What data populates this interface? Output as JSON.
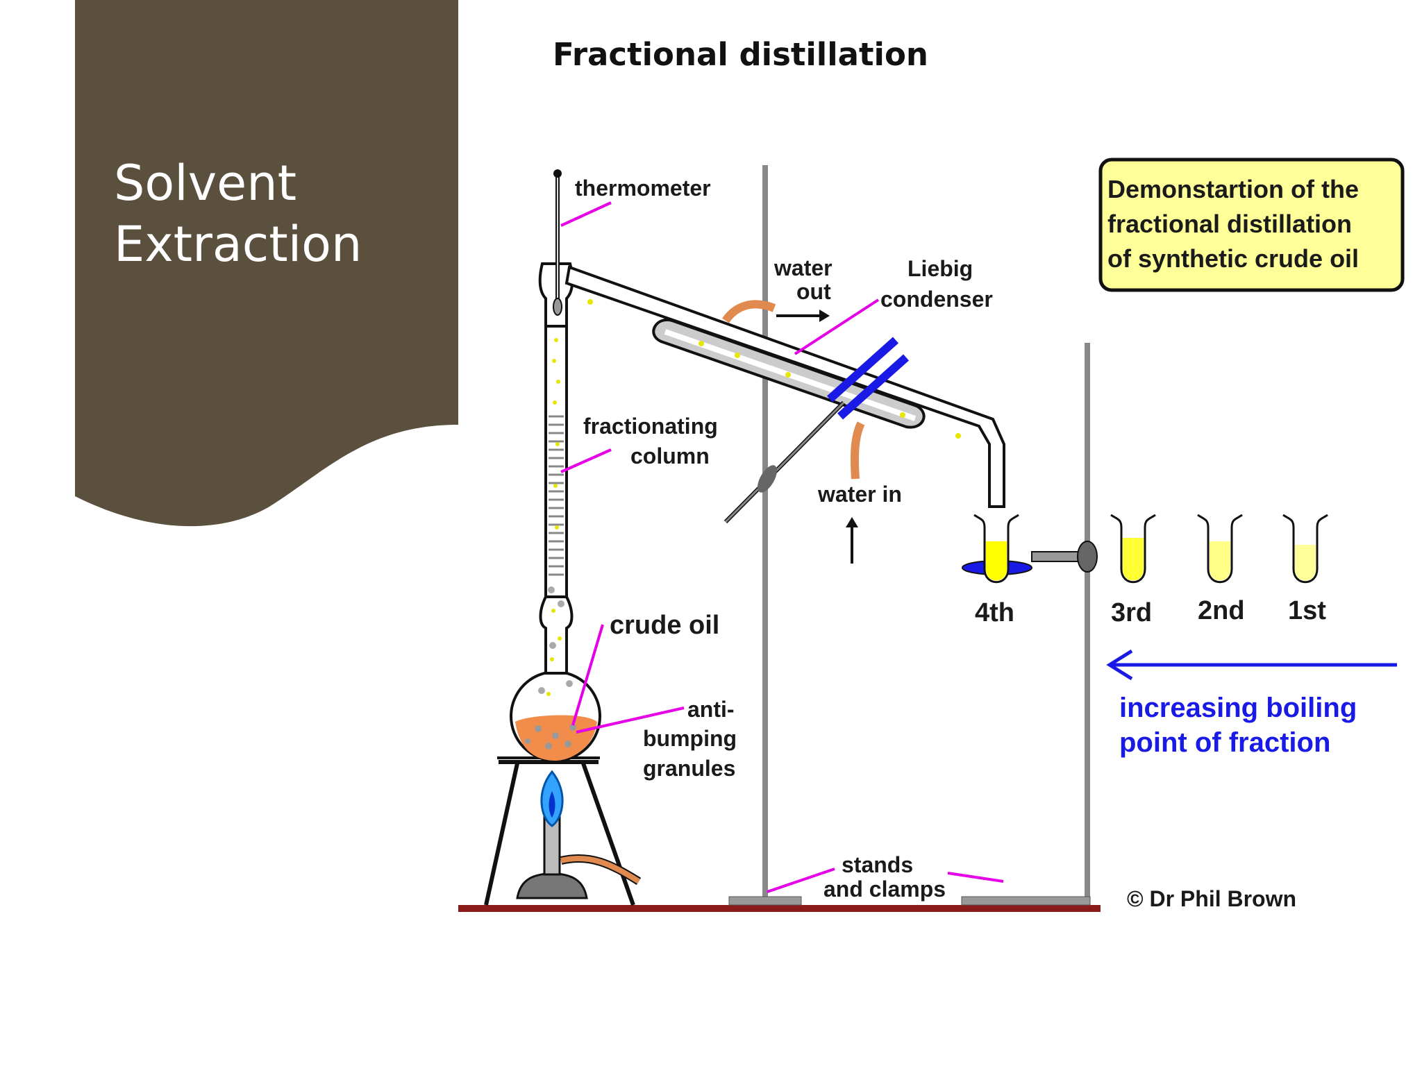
{
  "slide": {
    "side_title_line1": "Solvent",
    "side_title_line2": "Extraction",
    "heading": "Fractional distillation"
  },
  "diagram": {
    "labels": {
      "thermometer": "thermometer",
      "water_out_1": "water",
      "water_out_2": "out",
      "liebig_1": "Liebig",
      "liebig_2": "condenser",
      "fractionating_1": "fractionating",
      "fractionating_2": "column",
      "water_in": "water in",
      "crude_oil": "crude oil",
      "anti_1": "anti-",
      "anti_2": "bumping",
      "anti_3": "granules",
      "stands_1": "stands",
      "stands_2": "and clamps",
      "copyright": "© Dr Phil Brown"
    },
    "info_box": {
      "line1": "Demonstartion of the",
      "line2": "fractional distillation",
      "line3": "of synthetic crude oil"
    },
    "fractions": [
      "4th",
      "3rd",
      "2nd",
      "1st"
    ],
    "arrow_caption_1": "increasing boiling",
    "arrow_caption_2": "point of fraction",
    "colors": {
      "panel": "#5b4f3e",
      "leader_line": "#e600e6",
      "fraction_liquid": "#ffff66",
      "crude_oil": "#f28c4a",
      "bench": "#8b1a1a",
      "arrow": "#1a1ae6",
      "info_box": "#ffff99"
    }
  }
}
